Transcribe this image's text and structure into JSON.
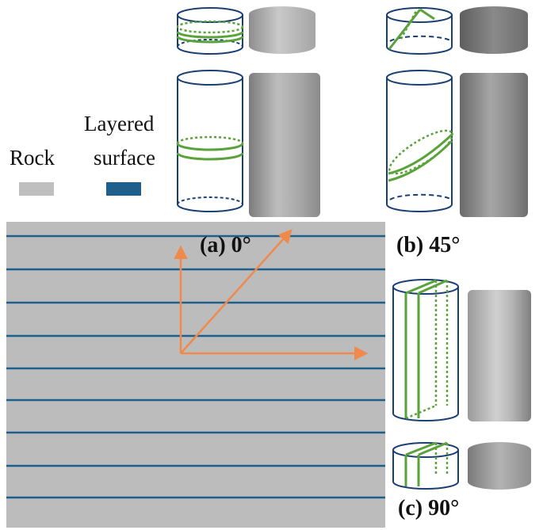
{
  "legend": {
    "rock_label": "Rock",
    "layered_label_line1": "Layered",
    "layered_label_line2": "surface",
    "rock_color": "#bfbfbf",
    "layer_color": "#1f5f8b"
  },
  "captions": {
    "a": "(a) 0°",
    "b": "(b) 45°",
    "c": "(c) 90°"
  },
  "colors": {
    "outline": "#1a3f73",
    "bedding": "#5aa33a",
    "arrow": "#ef8a4c",
    "panel": "#bcbcbc"
  }
}
